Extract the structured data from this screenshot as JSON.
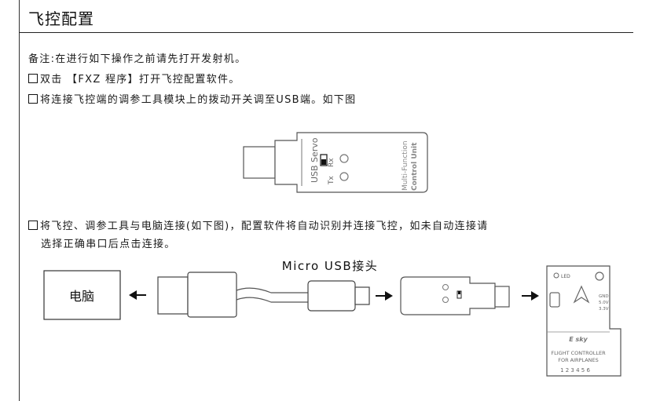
{
  "doc": {
    "title": "飞控配置",
    "note": "备注:在进行如下操作之前请先打开发射机。",
    "step1": "双击 【FXZ 程序】打开飞控配置软件。",
    "step2": "将连接飞控端的调参工具模块上的拨动开关调至USB端。如下图",
    "step3_line1": "将飞控、调参工具与电脑连接(如下图)，配置软件将自动识别并连接飞控，如未自动连接请",
    "step3_line2": "选择正确串口后点击连接。"
  },
  "module": {
    "usb": "USB",
    "servo": "Servo",
    "rx": "Rx",
    "tx": "Tx",
    "multi_function": "Multi-Function",
    "control_unit": "Control Unit"
  },
  "diagram": {
    "computer_label": "电脑",
    "cable_label": "Micro USB接头",
    "fc_led": "LED",
    "fc_brand": "E sky",
    "fc_line1": "FLIGHT CONTROLLER",
    "fc_line2": "FOR AIRPLANES",
    "fc_ports": "1 2 3 4 5 6",
    "fc_side1": "GND",
    "fc_side2": "5.0V",
    "fc_side3": "3.3V"
  }
}
